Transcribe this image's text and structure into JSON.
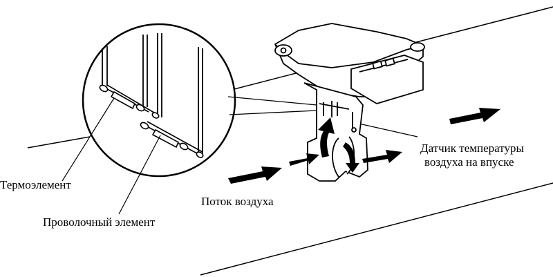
{
  "labels": {
    "thermo_element": "Термоэлемент",
    "wire_element": "Проволочный элемент",
    "air_flow": "Поток воздуха",
    "intake_air_temp_sensor": {
      "line1": "Датчик температуры",
      "line2": "воздуха на впуске"
    }
  },
  "colors": {
    "ink": "#000000",
    "background": "#ffffff"
  },
  "icons": [
    "flow-arrow-icon"
  ]
}
